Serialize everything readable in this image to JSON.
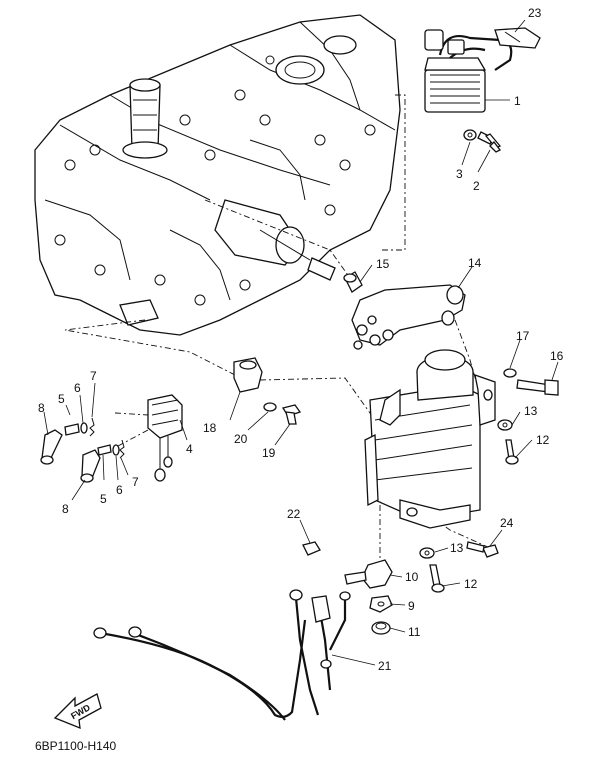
{
  "diagram_code": "6BP1100-H140",
  "forward_label": "FWD",
  "part_labels": {
    "p1": "1",
    "p2": "2",
    "p3": "3",
    "p4": "4",
    "p5a": "5",
    "p5b": "5",
    "p6a": "6",
    "p6b": "6",
    "p7a": "7",
    "p7b": "7",
    "p8a": "8",
    "p8b": "8",
    "p9": "9",
    "p10": "10",
    "p11": "11",
    "p12a": "12",
    "p12b": "12",
    "p13a": "13",
    "p13b": "13",
    "p14": "14",
    "p15": "15",
    "p16": "16",
    "p17": "17",
    "p18": "18",
    "p19": "19",
    "p20": "20",
    "p21": "21",
    "p22": "22",
    "p23": "23",
    "p24": "24"
  }
}
